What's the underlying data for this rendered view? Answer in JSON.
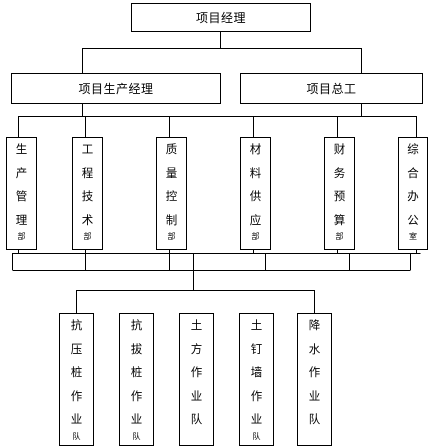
{
  "top": {
    "label": "项目经理"
  },
  "second_level": [
    {
      "key": "prod",
      "label": "项目生产经理"
    },
    {
      "key": "chief",
      "label": "项目总工"
    }
  ],
  "departments": [
    {
      "key": "d1",
      "chars": [
        "生",
        "产",
        "管",
        "理",
        "部"
      ]
    },
    {
      "key": "d2",
      "chars": [
        "工",
        "程",
        "技",
        "术",
        "部"
      ]
    },
    {
      "key": "d3",
      "chars": [
        "质",
        "量",
        "控",
        "制",
        "部"
      ]
    },
    {
      "key": "d4",
      "chars": [
        "材",
        "料",
        "供",
        "应",
        "部"
      ]
    },
    {
      "key": "d5",
      "chars": [
        "财",
        "务",
        "预",
        "算",
        "部"
      ]
    },
    {
      "key": "d6",
      "chars": [
        "综",
        "合",
        "办",
        "公",
        "室"
      ]
    }
  ],
  "teams": [
    {
      "key": "t1",
      "chars": [
        "抗",
        "压",
        "桩",
        "作",
        "业",
        "队"
      ]
    },
    {
      "key": "t2",
      "chars": [
        "抗",
        "拔",
        "桩",
        "作",
        "业",
        "队"
      ]
    },
    {
      "key": "t3",
      "chars": [
        "土",
        "方",
        "作",
        "业",
        "队"
      ]
    },
    {
      "key": "t4",
      "chars": [
        "土",
        "钉",
        "墙",
        "作",
        "业",
        "队"
      ]
    },
    {
      "key": "t5",
      "chars": [
        "降",
        "水",
        "作",
        "业",
        "队"
      ]
    }
  ]
}
